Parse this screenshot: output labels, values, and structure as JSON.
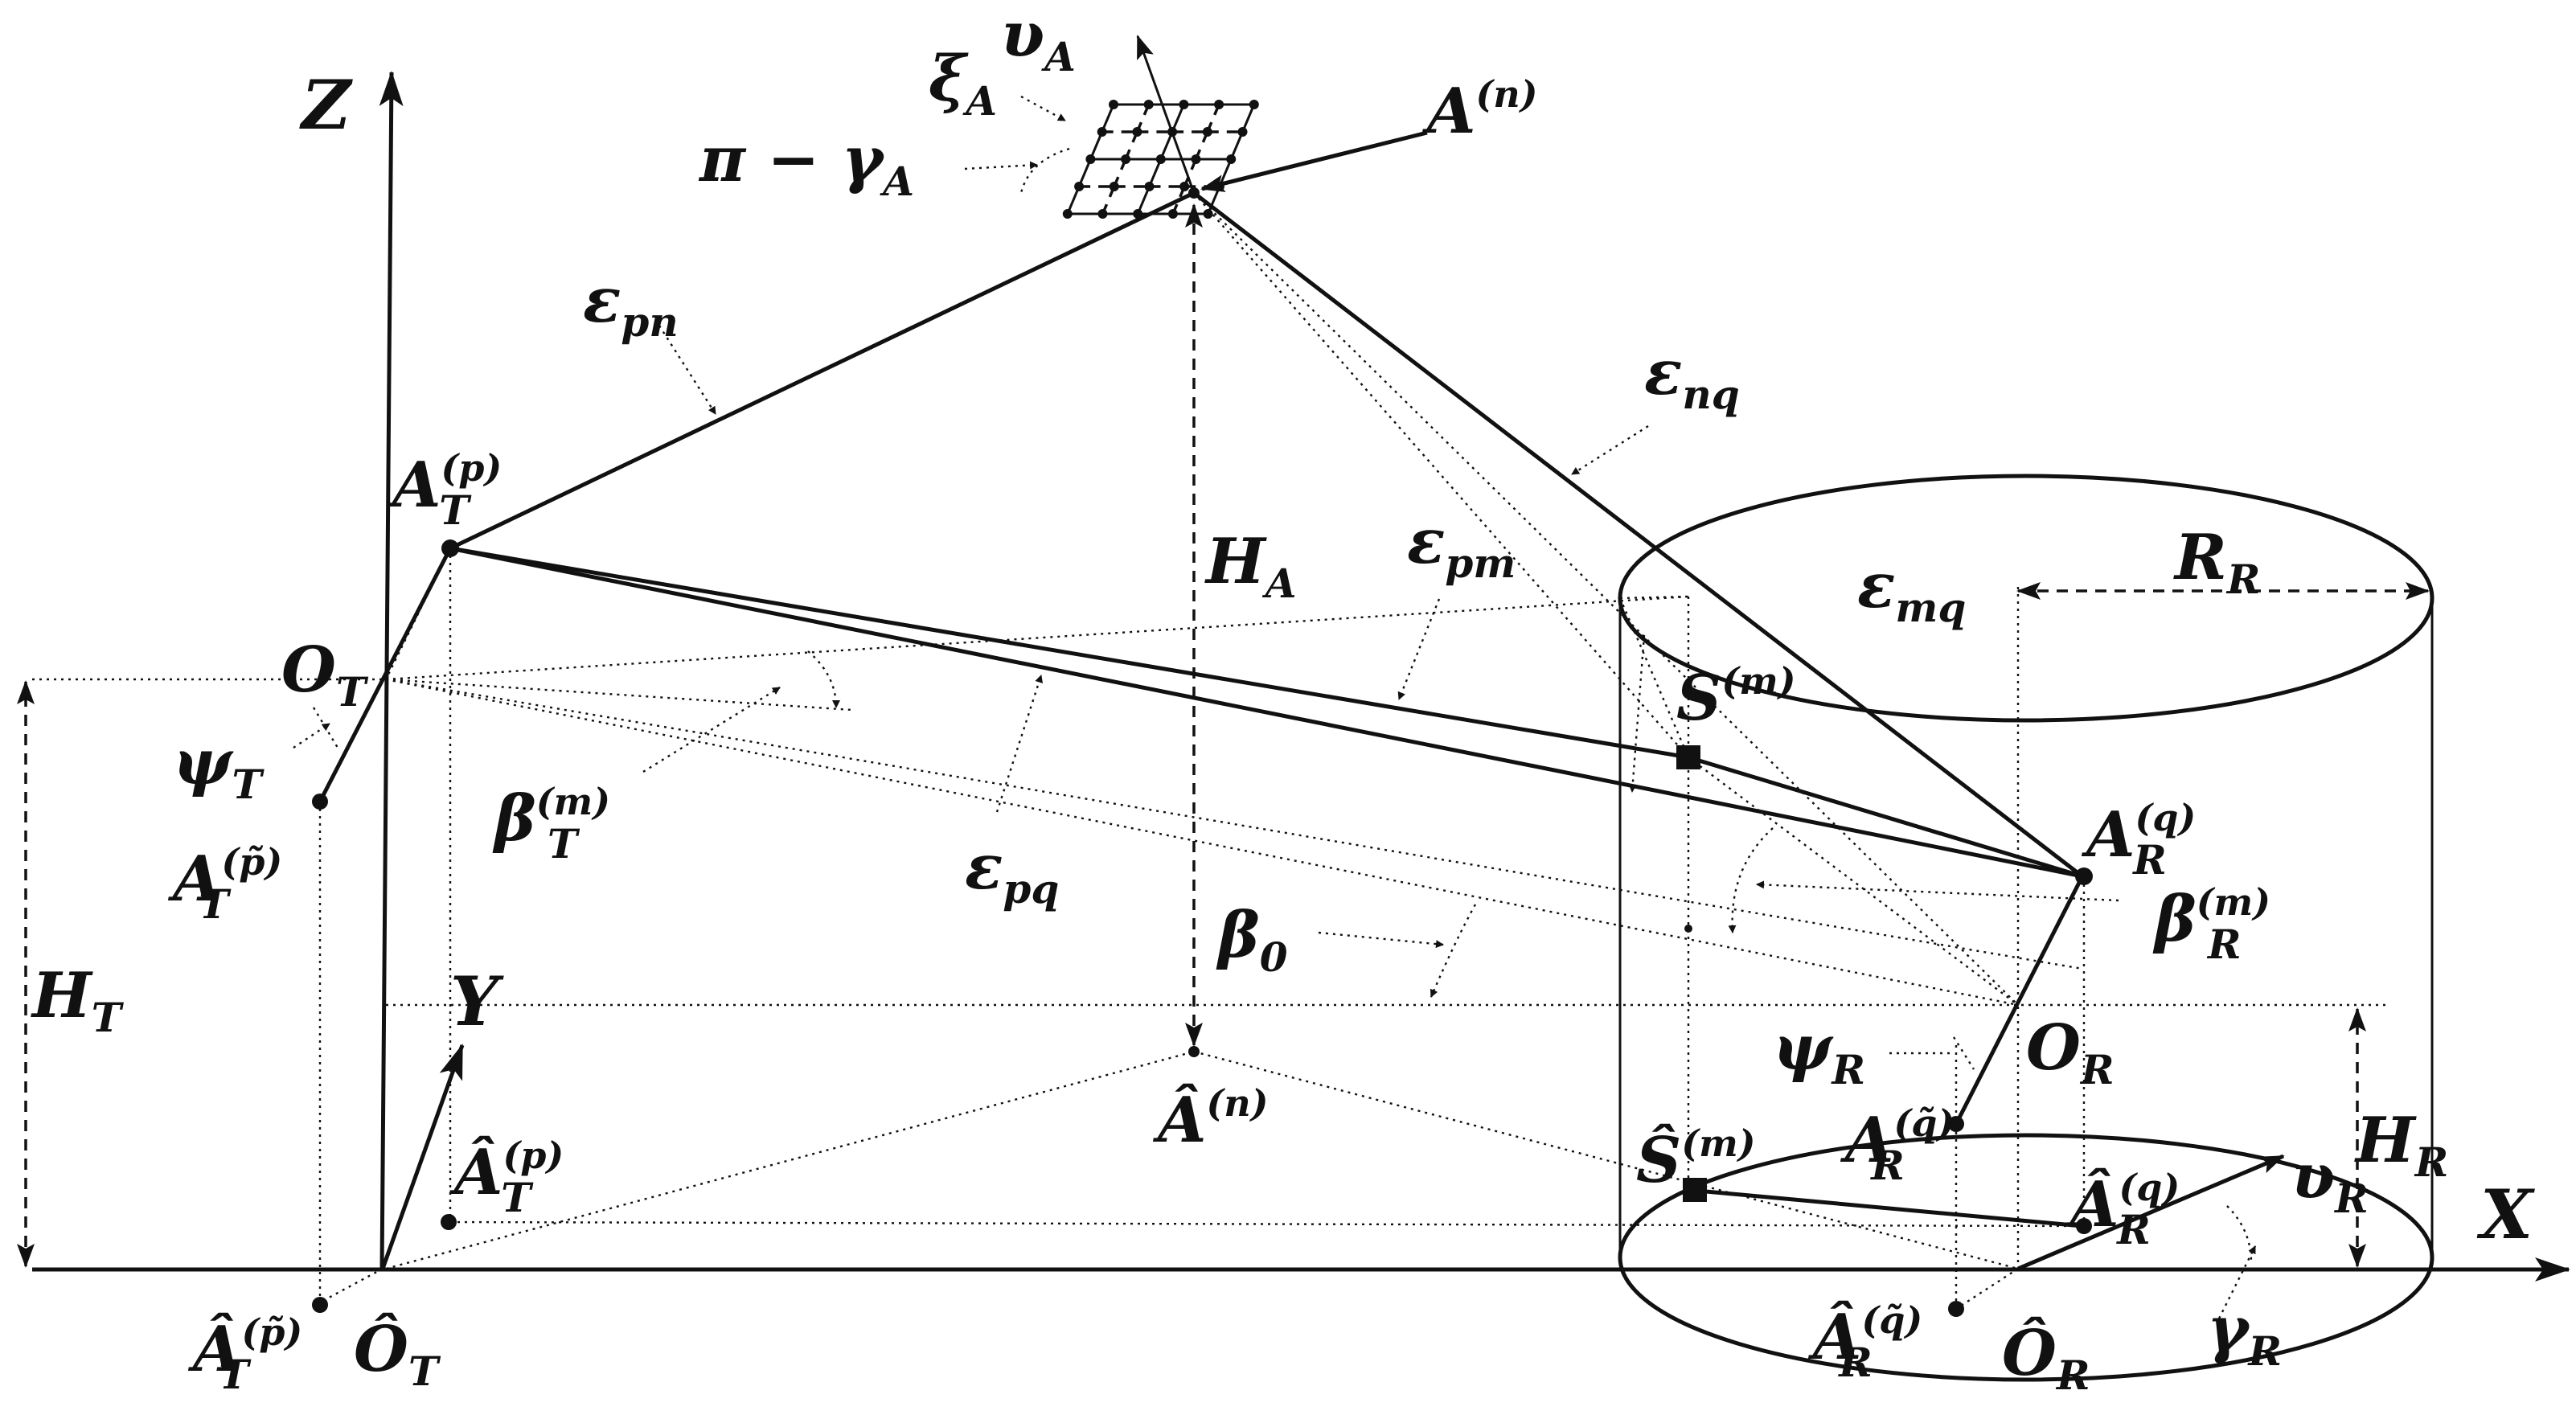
{
  "axes": {
    "x": "X",
    "y": "Y",
    "z": "Z"
  },
  "labels": {
    "v_A": {
      "base": "υ",
      "sub": "A"
    },
    "xi_A": {
      "base": "ξ",
      "sub": "A"
    },
    "pi_gamma_A": {
      "base": "π − γ",
      "sub": "A"
    },
    "A_n": {
      "base": "A",
      "sup": "(n)"
    },
    "eps_pn": {
      "base": "ε",
      "sub": "pn"
    },
    "eps_nq": {
      "base": "ε",
      "sub": "nq"
    },
    "A_T_p": {
      "base": "A",
      "sub": "T",
      "sup": "(p)"
    },
    "H_A": {
      "base": "H",
      "sub": "A"
    },
    "eps_pm": {
      "base": "ε",
      "sub": "pm"
    },
    "R_R": {
      "base": "R",
      "sub": "R"
    },
    "eps_mq": {
      "base": "ε",
      "sub": "mq"
    },
    "O_T": {
      "base": "O",
      "sub": "T"
    },
    "S_m": {
      "base": "S",
      "sup": "(m)"
    },
    "psi_T": {
      "base": "ψ",
      "sub": "T"
    },
    "beta_T_m": {
      "base": "β",
      "sub": "T",
      "sup": "(m)"
    },
    "A_R_q": {
      "base": "A",
      "sub": "R",
      "sup": "(q)"
    },
    "A_T_ptilde": {
      "base": "A",
      "sub": "T",
      "sup": "(p̃)"
    },
    "eps_pq": {
      "base": "ε",
      "sub": "pq"
    },
    "beta_0": {
      "base": "β",
      "sub": "0"
    },
    "beta_R_m": {
      "base": "β",
      "sub": "R",
      "sup": "(m)"
    },
    "H_T": {
      "base": "H",
      "sub": "T"
    },
    "psi_R": {
      "base": "ψ",
      "sub": "R"
    },
    "O_R": {
      "base": "O",
      "sub": "R"
    },
    "A_hat_n": {
      "base": "Â",
      "sup": "(n)"
    },
    "A_hat_T_p": {
      "base": "Â",
      "sub": "T",
      "sup": "(p)"
    },
    "A_R_qtilde": {
      "base": "A",
      "sub": "R",
      "sup": "(q̃)"
    },
    "S_hat_m": {
      "base": "Ŝ",
      "sup": "(m)"
    },
    "A_hat_R_q": {
      "base": "Â",
      "sub": "R",
      "sup": "(q)"
    },
    "H_R": {
      "base": "H",
      "sub": "R"
    },
    "v_R": {
      "base": "υ",
      "sub": "R"
    },
    "A_hat_T_ptilde": {
      "base": "Â",
      "sub": "T",
      "sup": "(p̃)"
    },
    "O_hat_T": {
      "base": "Ô",
      "sub": "T"
    },
    "A_hat_R_qtilde": {
      "base": "Â",
      "sub": "R",
      "sup": "(q̃)"
    },
    "O_hat_R": {
      "base": "Ô",
      "sub": "R"
    },
    "gamma_R": {
      "base": "γ",
      "sub": "R"
    }
  },
  "colors": {
    "ink": "#111111",
    "background": "#ffffff"
  }
}
